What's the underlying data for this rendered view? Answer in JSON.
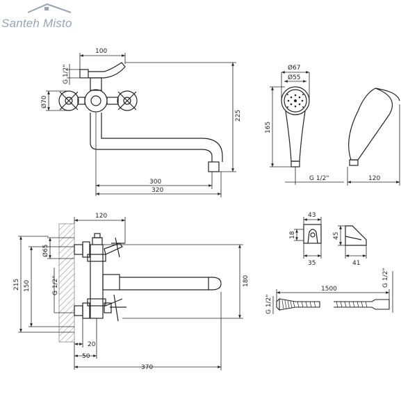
{
  "brand": {
    "name": "Santeh Misto"
  },
  "top_view": {
    "dims": [
      "100",
      "G 1/2\"",
      "Ø70",
      "225",
      "300",
      "320"
    ]
  },
  "shower_head": {
    "dims": [
      "Ø67",
      "Ø55",
      "165",
      "G 1/2\"",
      "120"
    ]
  },
  "side_view": {
    "dims": [
      "120",
      "Ø65",
      "150",
      "215",
      "G 1/2\"",
      "180",
      "20",
      "50",
      "370"
    ]
  },
  "holder": {
    "dims": [
      "43",
      "18",
      "35",
      "45",
      "41"
    ]
  },
  "hose": {
    "dims": [
      "1500",
      "G 1/2\"",
      "G 1/2\""
    ]
  }
}
